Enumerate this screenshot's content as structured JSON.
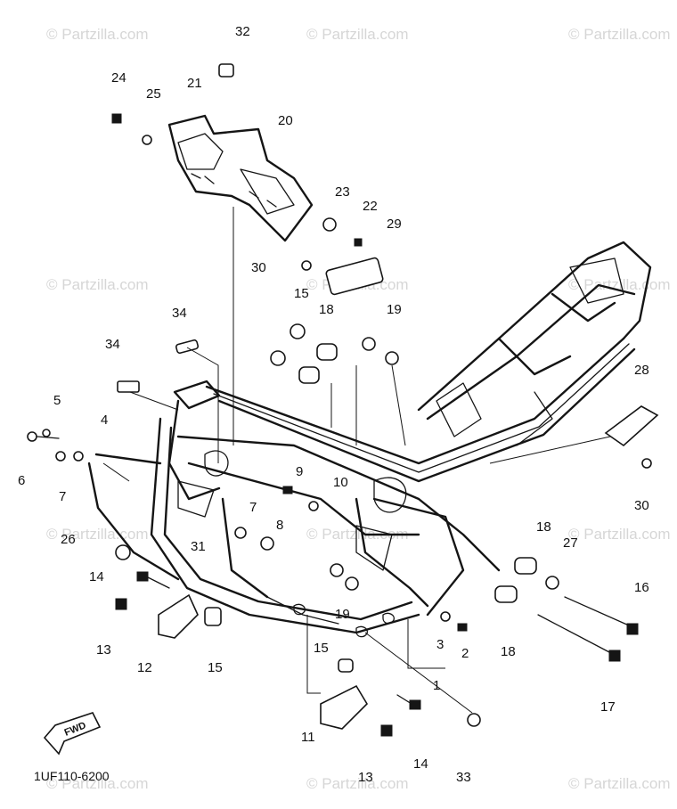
{
  "diagram": {
    "code": "1UF110-6200",
    "fwd_label": "FWD",
    "watermark": "© Partzilla.com",
    "colors": {
      "ink": "#151515",
      "watermark": "#d6d6d6",
      "background": "#ffffff"
    }
  },
  "callouts": {
    "c1": "1",
    "c2": "2",
    "c3": "3",
    "c4": "4",
    "c5": "5",
    "c6": "6",
    "c7a": "7",
    "c7b": "7",
    "c8": "8",
    "c9": "9",
    "c10": "10",
    "c11": "11",
    "c12": "12",
    "c13a": "13",
    "c13b": "13",
    "c14a": "14",
    "c14b": "14",
    "c15a": "15",
    "c15b": "15",
    "c15c": "15",
    "c16": "16",
    "c17": "17",
    "c18a": "18",
    "c18b": "18",
    "c18c": "18",
    "c19a": "19",
    "c19b": "19",
    "c20": "20",
    "c21": "21",
    "c22": "22",
    "c23": "23",
    "c24": "24",
    "c25": "25",
    "c26": "26",
    "c27": "27",
    "c28": "28",
    "c29": "29",
    "c30a": "30",
    "c30b": "30",
    "c31": "31",
    "c32": "32",
    "c33": "33",
    "c34a": "34",
    "c34b": "34"
  }
}
